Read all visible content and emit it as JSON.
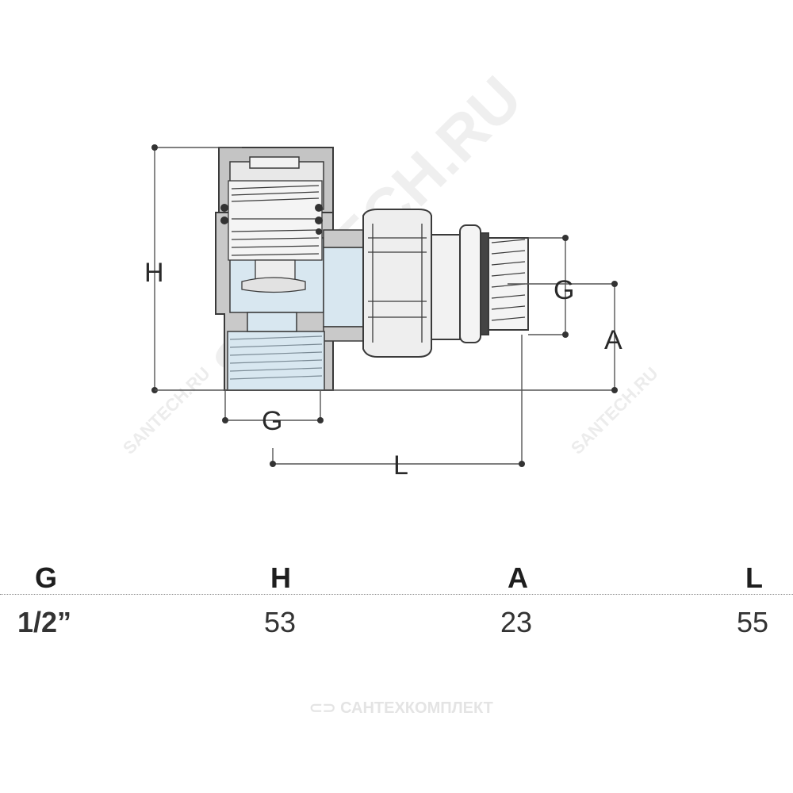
{
  "diagram": {
    "labels": {
      "H": "H",
      "G_right": "G",
      "A": "A",
      "G_bottom": "G",
      "L": "L"
    },
    "colors": {
      "body_gray": "#c9c9c9",
      "water_blue": "#d8e7f0",
      "outline": "#3a3a3a",
      "dim_line": "#555555"
    }
  },
  "table": {
    "headers": [
      "G",
      "H",
      "A",
      "L"
    ],
    "values": [
      "1/2”",
      "53",
      "23",
      "55"
    ]
  },
  "watermarks": {
    "main": "SANTECH.RU",
    "small_left": "SANTECH.RU",
    "small_right": "SANTECH.RU",
    "footer": "САНТЕХКОМПЛЕКТ"
  }
}
